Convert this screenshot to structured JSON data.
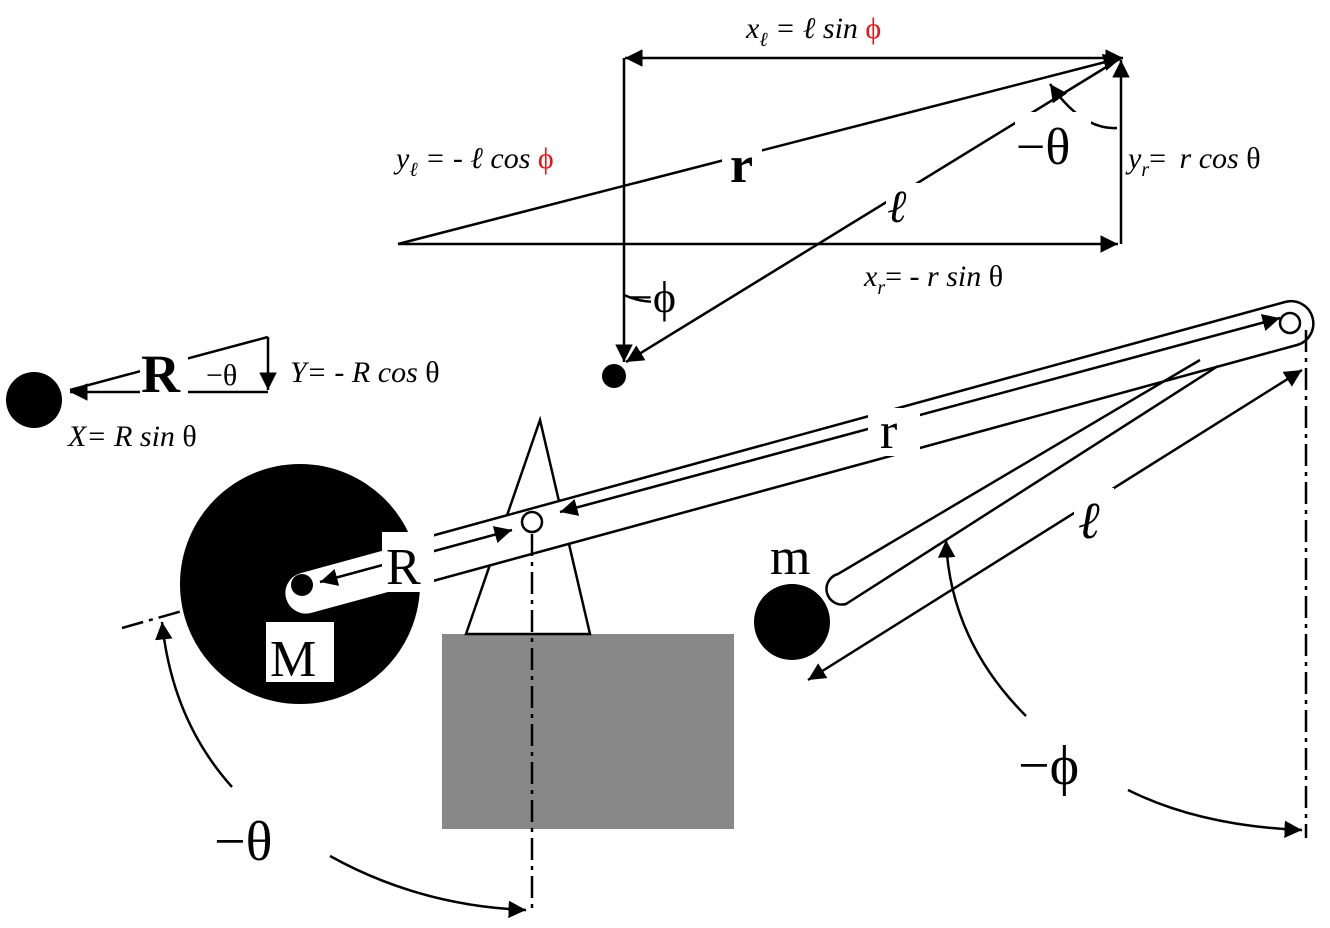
{
  "colors": {
    "ink": "#000000",
    "accent": "#e8141b",
    "base_gray": "#888888",
    "paper": "#ffffff"
  },
  "vector_diagram": {
    "xl_label": {
      "lhs": "x",
      "sub": "ℓ",
      "rhs": " = ℓ sin ",
      "greek": "ϕ"
    },
    "yl_label": {
      "lhs": "y",
      "sub": "ℓ",
      "rhs": " = - ℓ cos ",
      "greek": "ϕ"
    },
    "yr_label": {
      "lhs": "y",
      "sub": "r",
      "rhs": "= ",
      "rhs2": "r cos ",
      "greek": "θ"
    },
    "xr_label": {
      "lhs": "x",
      "sub": "r",
      "rhs": "= - ",
      "rhs2": "r sin ",
      "greek": "θ"
    },
    "r_label": "r",
    "l_label": "ℓ",
    "theta_label": "−θ",
    "phi_label": "−ϕ"
  },
  "small_arm": {
    "R_label": "R",
    "theta_label": "−θ",
    "Y_label": {
      "lhs": "Y= - ",
      "var": "R cos ",
      "greek": "θ"
    },
    "X_label": {
      "lhs": "X= ",
      "var": "R sin ",
      "greek": "θ"
    }
  },
  "mechanism": {
    "r_label": "r",
    "l_label": "ℓ",
    "R_label": "R",
    "M_label": "M",
    "m_label": "m",
    "theta_angle_label": "−θ",
    "phi_angle_label": "−ϕ"
  }
}
